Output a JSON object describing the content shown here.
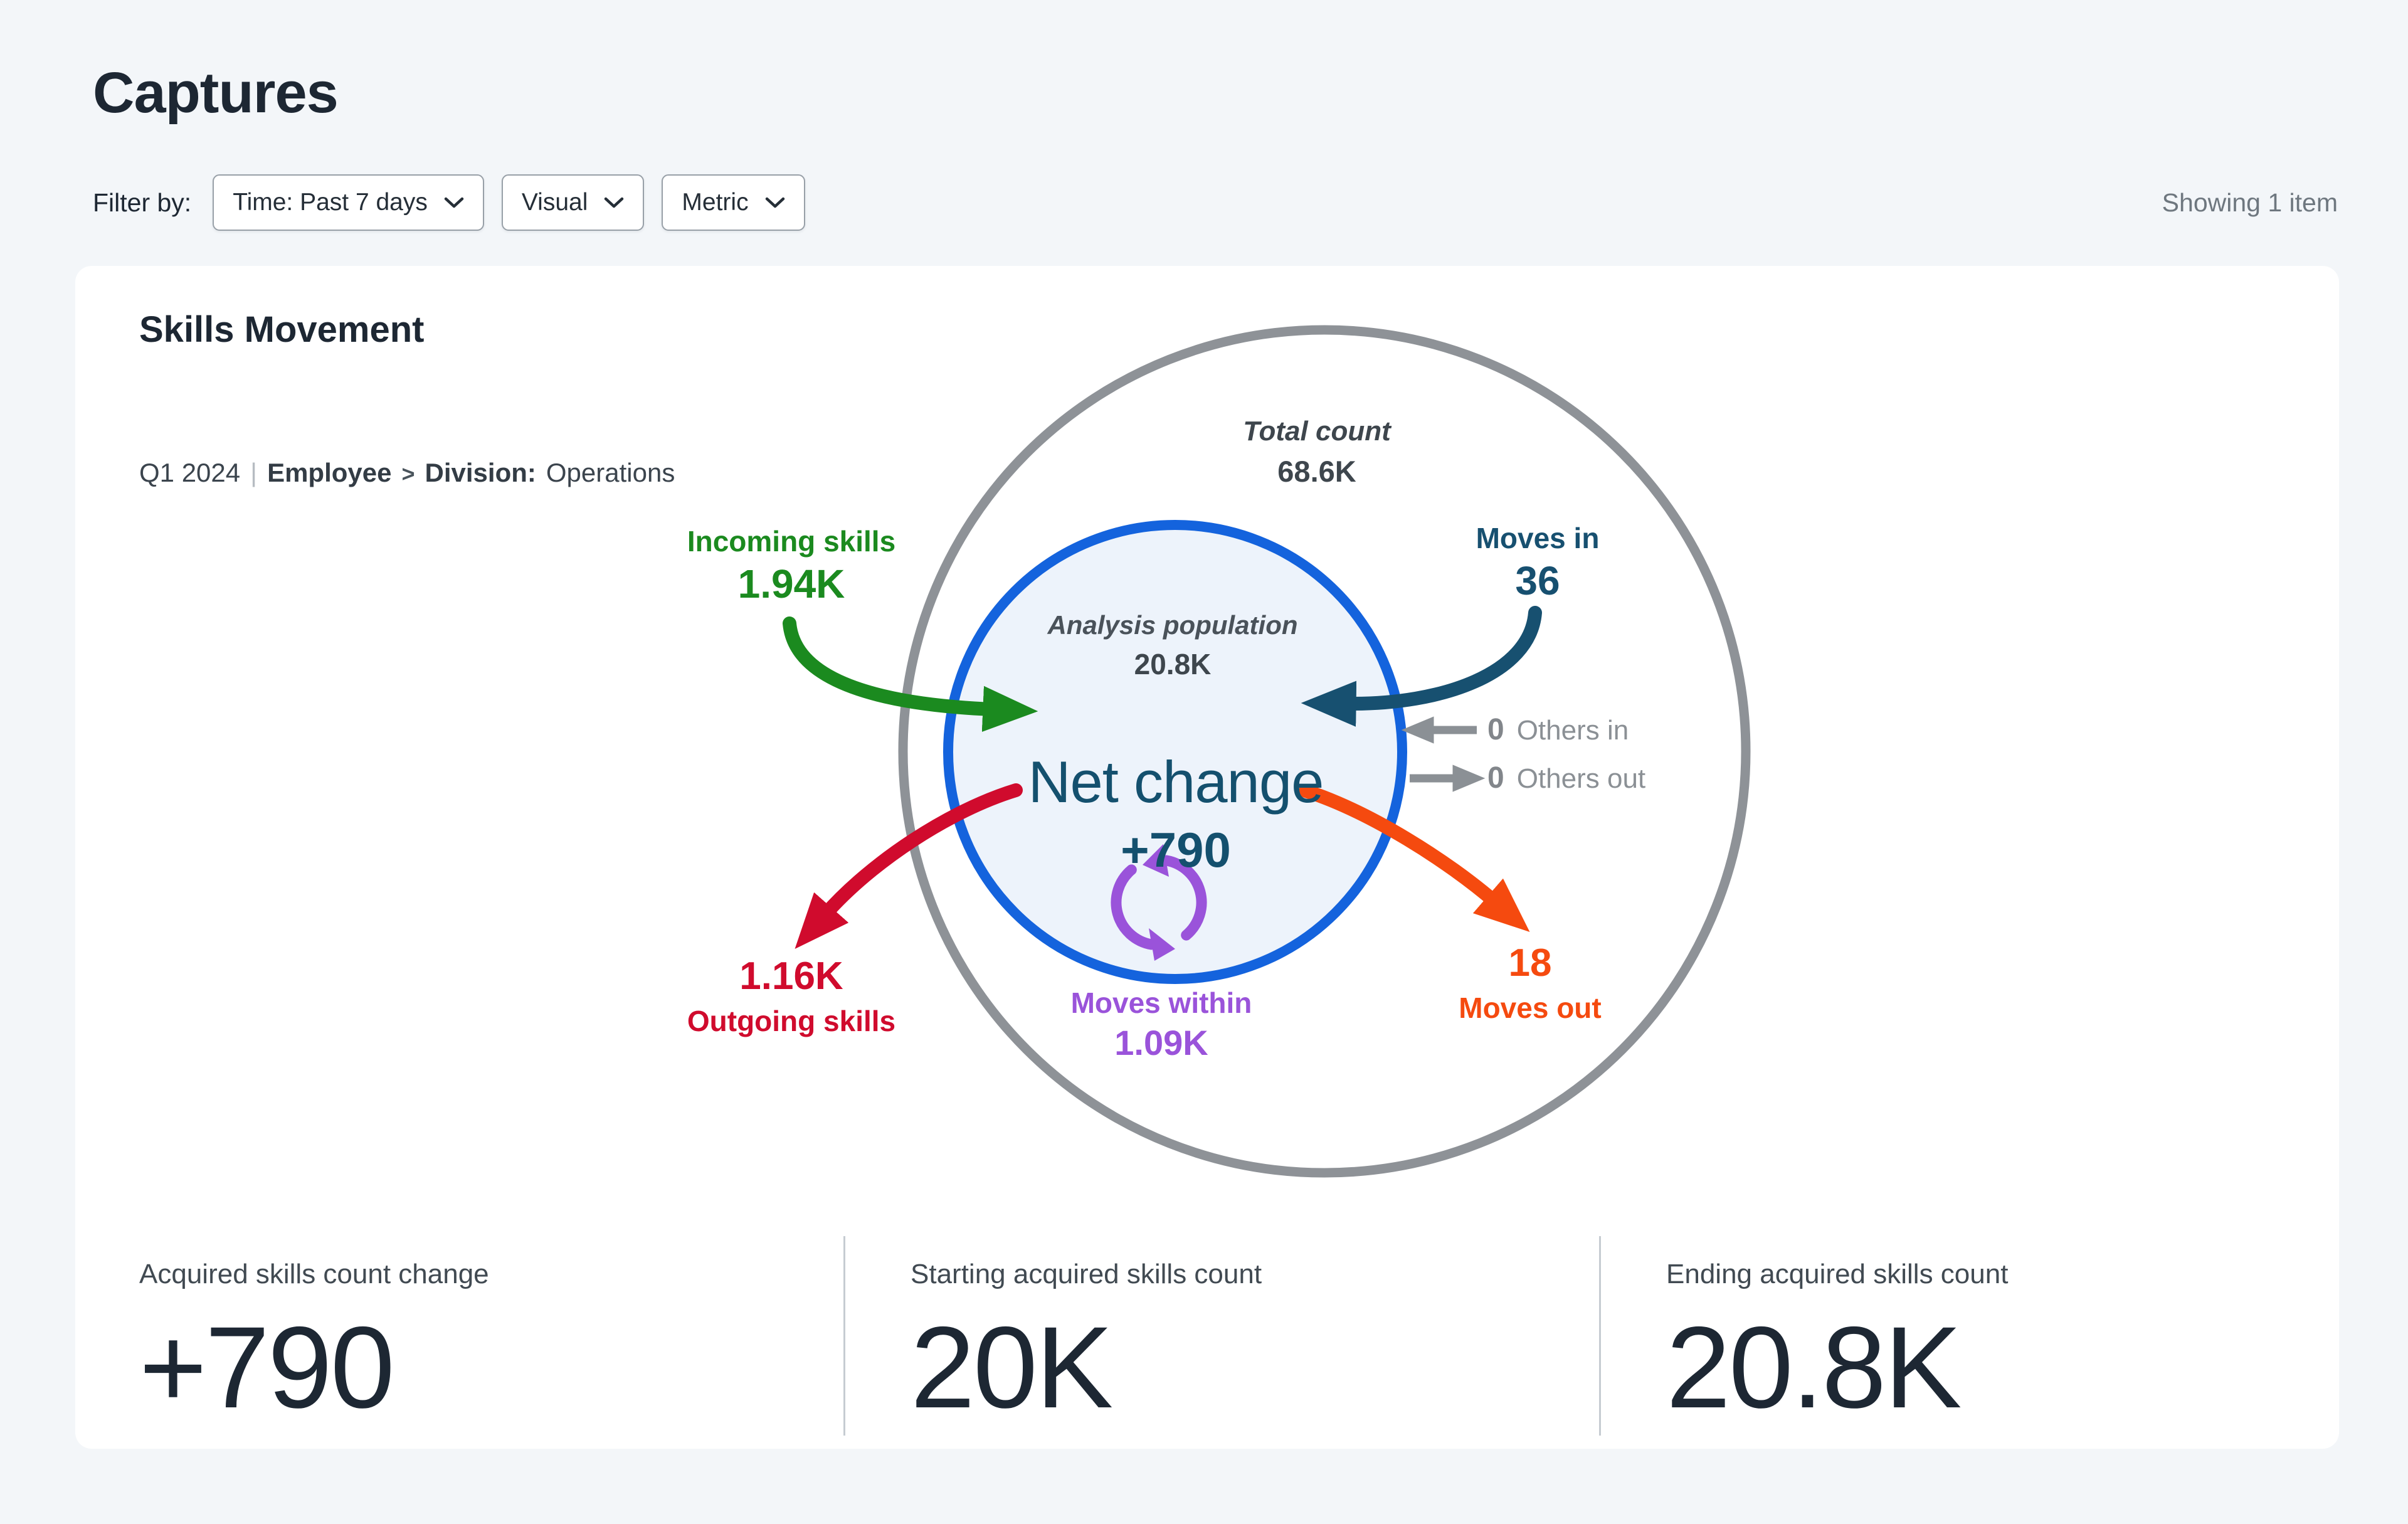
{
  "page": {
    "title": "Captures",
    "showing": "Showing 1 item",
    "background": "#f3f6f9"
  },
  "filters": {
    "label": "Filter by:",
    "dropdowns": [
      {
        "label": "Time: Past 7 days"
      },
      {
        "label": "Visual"
      },
      {
        "label": "Metric"
      }
    ]
  },
  "card": {
    "title": "Skills Movement",
    "subtitle": {
      "period": "Q1 2024",
      "separator": "|",
      "entity": "Employee",
      "chevron": ">",
      "dimension": "Division:",
      "value": "Operations"
    }
  },
  "diagram": {
    "type": "population-flow",
    "total": {
      "label": "Total count",
      "value": "68.6K"
    },
    "analysis_population": {
      "label": "Analysis population",
      "value": "20.8K"
    },
    "net_change": {
      "label": "Net change",
      "value": "+790",
      "color": "#14506e"
    },
    "incoming_skills": {
      "label": "Incoming skills",
      "value": "1.94K",
      "color": "#1b8a1f"
    },
    "moves_in": {
      "label": "Moves in",
      "value": "36",
      "color": "#175070"
    },
    "others_in": {
      "label": "Others in",
      "value": "0"
    },
    "others_out": {
      "label": "Others out",
      "value": "0"
    },
    "outgoing_skills": {
      "label": "Outgoing skills",
      "value": "1.16K",
      "color": "#d00b2d"
    },
    "moves_out": {
      "label": "Moves out",
      "value": "18",
      "color": "#f54a0f"
    },
    "moves_within": {
      "label": "Moves within",
      "value": "1.09K",
      "color": "#9a53da"
    },
    "outer_circle_color": "#8e9297",
    "inner_circle_color": "#1463dd",
    "inner_circle_fill": "#edf3fb",
    "neutral_color": "#8b9095"
  },
  "stats": [
    {
      "label": "Acquired skills count change",
      "value": "+790"
    },
    {
      "label": "Starting acquired skills count",
      "value": "20K"
    },
    {
      "label": "Ending acquired skills count",
      "value": "20.8K"
    }
  ]
}
